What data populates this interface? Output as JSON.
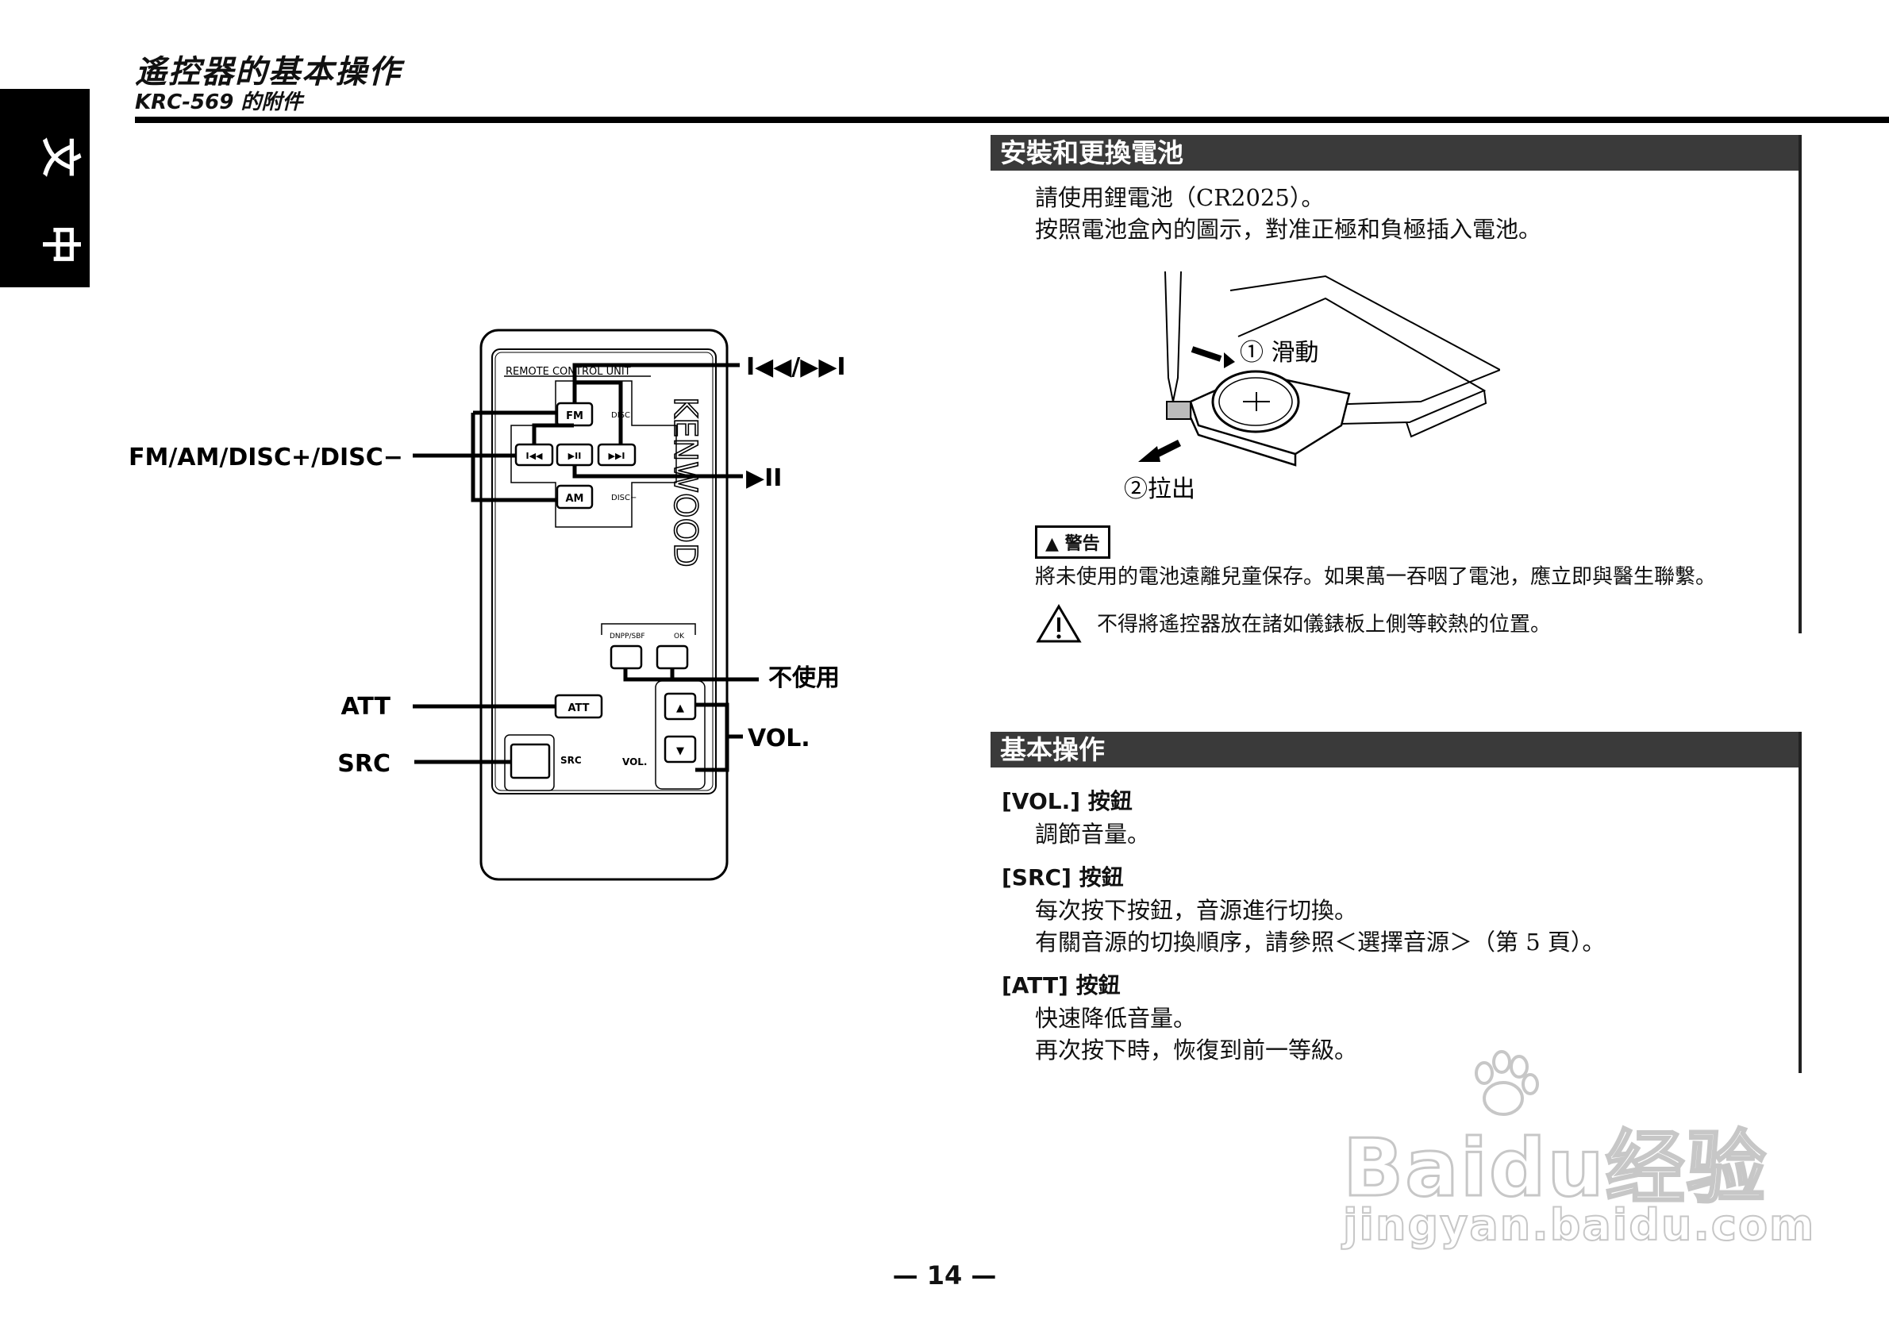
{
  "header": {
    "title": "遙控器的基本操作",
    "subtitle": "KRC-569 的附件"
  },
  "lang_tab": {
    "char1": "中",
    "char2": "文"
  },
  "remote": {
    "panel_label": "REMOTE CONTROL UNIT",
    "brand": "KENWOOD",
    "buttons": {
      "fm": "FM",
      "am": "AM",
      "prev": "I◀◀",
      "play": "▶II",
      "next": "▶▶I",
      "att": "ATT",
      "up": "▲",
      "down": "▼"
    },
    "labels": {
      "disc_plus": "DISC",
      "disc_minus": "DISC−",
      "dnpp": "DNPP/SBF",
      "ok": "OK",
      "src": "SRC",
      "vol": "VOL."
    },
    "callouts": {
      "skip": "I◀◀/▶▶I",
      "band": "FM/AM/DISC+/DISC−",
      "play": "▶II",
      "unused": "不使用",
      "att": "ATT",
      "vol": "VOL.",
      "src": "SRC"
    }
  },
  "battery": {
    "heading": "安裝和更換電池",
    "line1": "請使用鋰電池（CR2025）。",
    "line2": "按照電池盒內的圖示，對准正極和負極插入電池。",
    "step1": "① 滑動",
    "step2": "②拉出",
    "warning_badge": "▲ 警告",
    "warning_text": "將未使用的電池遠離兒童保存。如果萬一吞咽了電池，應立即與醫生聯繫。",
    "caution_text": "不得將遙控器放在諸如儀錶板上側等較熱的位置。"
  },
  "basic_ops": {
    "heading": "基本操作",
    "vol_title": "[VOL.] 按鈕",
    "vol_desc": "調節音量。",
    "src_title": "[SRC] 按鈕",
    "src_desc1": "每次按下按鈕，音源進行切換。",
    "src_desc2": "有關音源的切換順序，請參照＜選擇音源＞（第 5 頁）。",
    "att_title": "[ATT] 按鈕",
    "att_desc1": "快速降低音量。",
    "att_desc2": "再次按下時，恢復到前一等級。"
  },
  "page_number": "— 14 —",
  "watermark": {
    "brand": "Baidu经验",
    "url": "jingyan.baidu.com"
  }
}
